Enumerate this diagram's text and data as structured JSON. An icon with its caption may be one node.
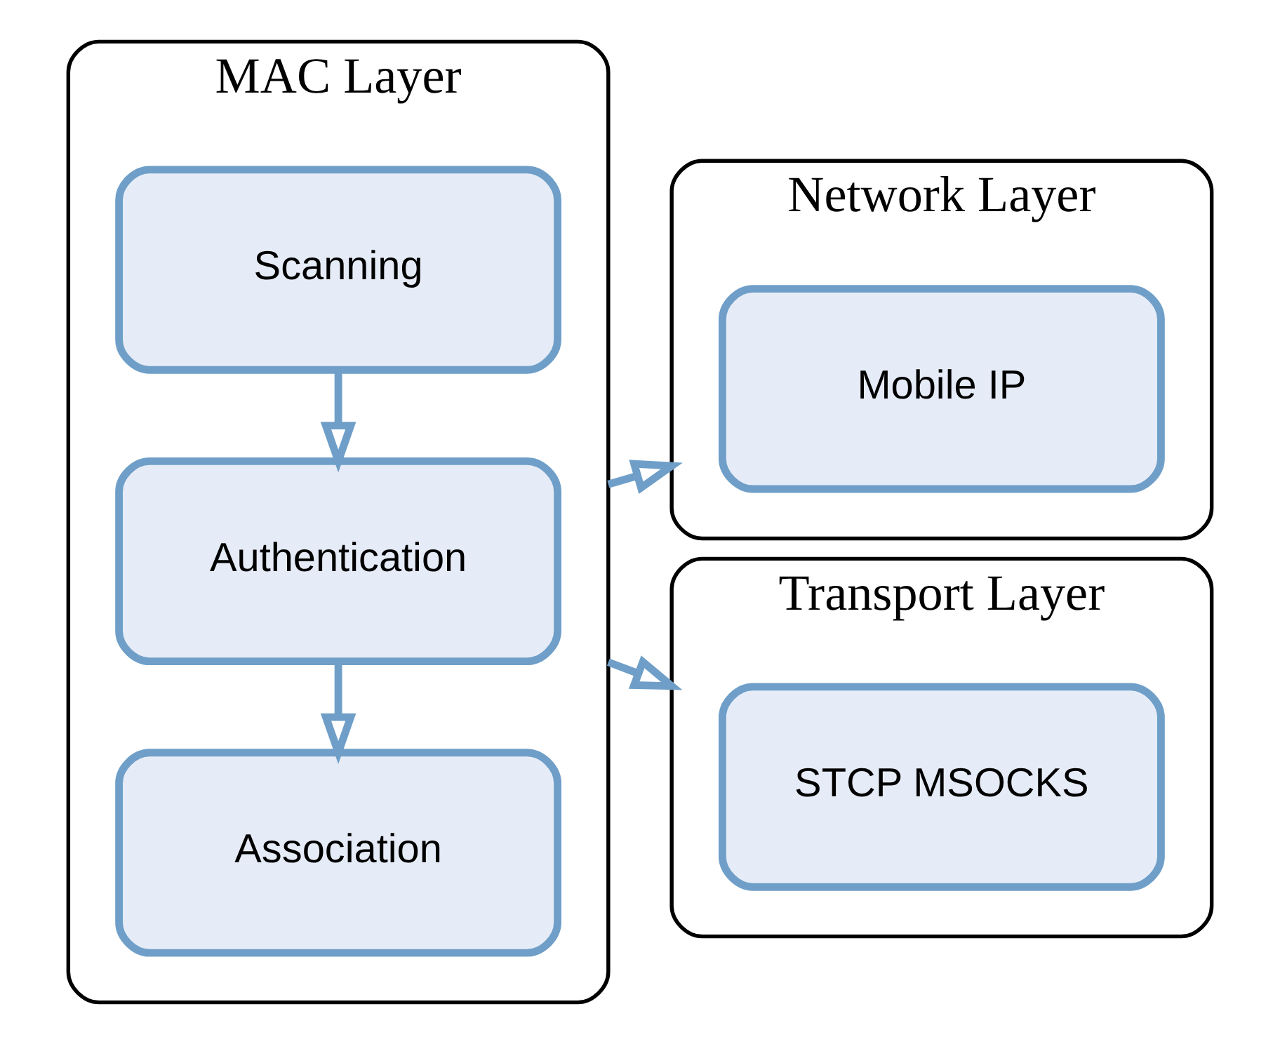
{
  "diagram": {
    "nodes": [
      {
        "text": [
          "MAC Layer"
        ]
      },
      {
        "text": [
          "Scanning"
        ],
        "in": 0
      },
      {
        "text": [
          "Authentication"
        ],
        "in": 0
      },
      {
        "text": [
          "Association"
        ],
        "in": 0
      },
      {
        "text": [
          "Network Layer"
        ]
      },
      {
        "text": [
          "Mobile IP"
        ],
        "in": 4
      },
      {
        "text": [
          "Transport Layer"
        ]
      },
      {
        "text": [
          "STCP MSOCKS"
        ],
        "in": 6
      }
    ],
    "edges": [
      {
        "from": 1,
        "to": 2,
        "arrow": "to"
      },
      {
        "from": 2,
        "to": 3,
        "arrow": "to"
      },
      {
        "from": 0,
        "to": 4,
        "arrow": "to"
      },
      {
        "from": 0,
        "to": 6,
        "arrow": "to"
      }
    ]
  }
}
